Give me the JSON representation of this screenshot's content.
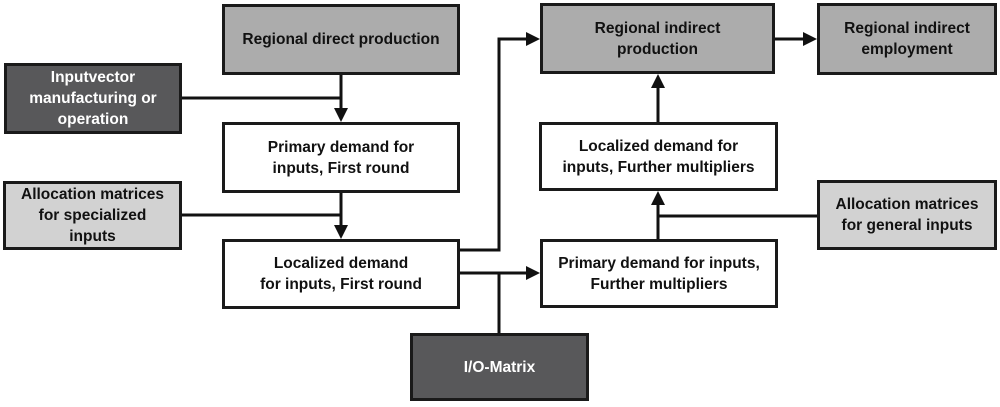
{
  "colors": {
    "background": "#ffffff",
    "box_medium_gray": "#acacac",
    "box_dark_gray": "#58585a",
    "box_light_gray": "#d2d2d2",
    "box_white": "#ffffff",
    "border": "#1a1a1a",
    "arrow": "#111111",
    "text_dark": "#111111",
    "text_light": "#ffffff"
  },
  "boxes": {
    "regional_direct_production": {
      "label": "Regional direct production"
    },
    "inputvector": {
      "label": "Inputvector\nmanufacturing or\noperation"
    },
    "alloc_specialized": {
      "label": "Allocation matrices\nfor specialized\ninputs"
    },
    "primary_first": {
      "label": "Primary demand for\ninputs, First round"
    },
    "localized_first": {
      "label": "Localized demand\nfor inputs, First round"
    },
    "io_matrix": {
      "label": "I/O-Matrix"
    },
    "primary_further": {
      "label": "Primary demand for inputs,\nFurther multipliers"
    },
    "localized_further": {
      "label": "Localized demand for\ninputs, Further multipliers"
    },
    "regional_indirect_production": {
      "label": "Regional indirect\nproduction"
    },
    "regional_indirect_employment": {
      "label": "Regional indirect\nemployment"
    },
    "alloc_general": {
      "label": "Allocation matrices\nfor general inputs"
    }
  }
}
